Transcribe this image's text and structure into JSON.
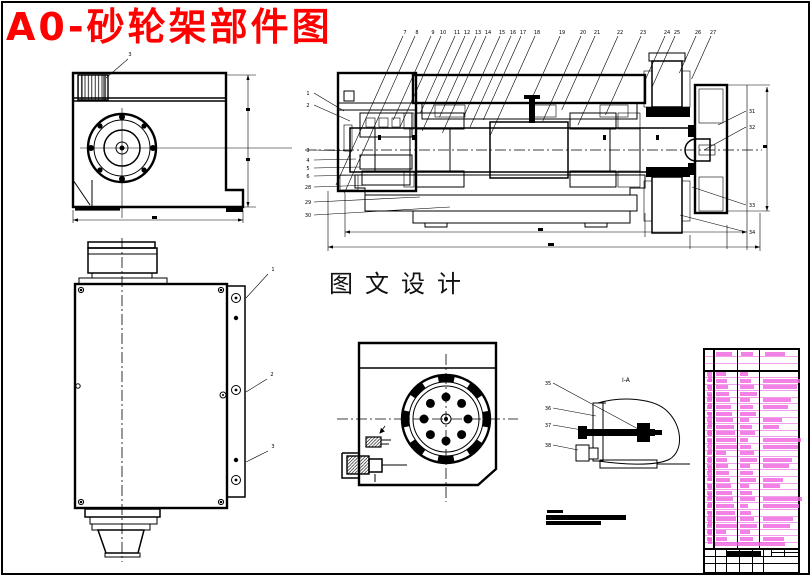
{
  "page": {
    "title": "A0-砂轮架部件图",
    "caption": "图 文 设 计",
    "title_color": "#ff0000",
    "line_color": "#000000",
    "background": "#ffffff"
  },
  "detail_view": {
    "label": "I-A"
  },
  "callouts": {
    "side_view": [
      "3"
    ],
    "section_top": [
      "7",
      "8",
      "9",
      "10",
      "11",
      "12",
      "13",
      "14",
      "15",
      "16",
      "17",
      "18",
      "19",
      "20",
      "21",
      "22",
      "23",
      "24",
      "25",
      "26",
      "27"
    ],
    "section_left": [
      "1",
      "2",
      "3",
      "4",
      "5",
      "6",
      "28",
      "29",
      "30"
    ],
    "section_right": [
      "31",
      "32",
      "33",
      "34"
    ],
    "plan_view": [
      "1",
      "2",
      "3"
    ],
    "detail": [
      "35",
      "36",
      "37",
      "38"
    ]
  },
  "parts_table": {
    "rows": 26,
    "accent": "#f387e8"
  }
}
